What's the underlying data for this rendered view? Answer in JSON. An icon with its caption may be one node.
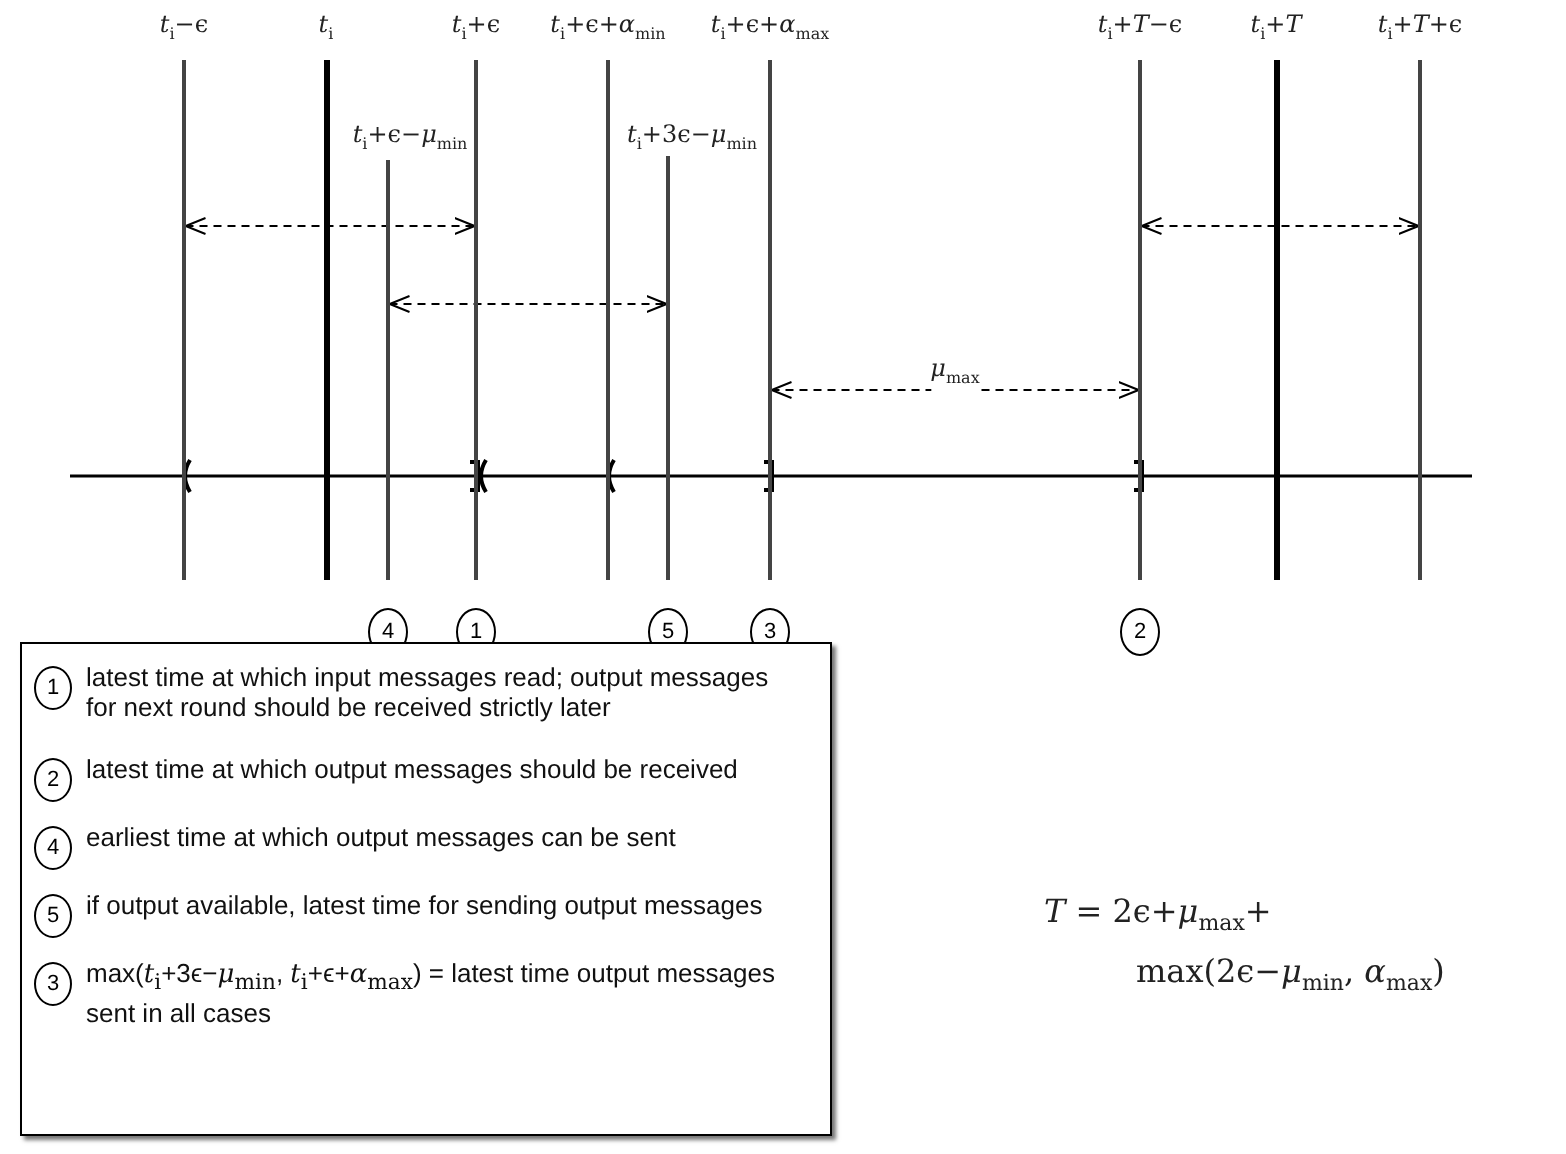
{
  "diagram": {
    "nodes": [
      {
        "text": [],
        "shape": "line",
        "beside": [
          "*t*$_{i}$−ϵ"
        ]
      },
      {
        "text": [],
        "shape": "line",
        "beside": [
          "*t*$_{i}$"
        ]
      },
      {
        "text": [],
        "shape": "line",
        "beside": [
          "*t*$_{i}$+ϵ−*μ*$_{min}$"
        ]
      },
      {
        "text": [],
        "shape": "line",
        "beside": [
          "*t*$_{i}$+ϵ"
        ]
      },
      {
        "text": [],
        "shape": "line",
        "beside": [
          "*t*$_{i}$+ϵ+*α*$_{min}$"
        ]
      },
      {
        "text": [],
        "shape": "line",
        "beside": [
          "*t*$_{i}$+3ϵ−*μ*$_{min}$"
        ]
      },
      {
        "text": [],
        "shape": "line",
        "beside": [
          "*t*$_{i}$+ϵ+*α*$_{max}$"
        ]
      },
      {
        "text": [],
        "shape": "line",
        "beside": [
          "*t*$_{i}$+*T*−ϵ"
        ]
      },
      {
        "text": [],
        "shape": "line",
        "beside": [
          "*t*$_{i}$+*T*"
        ]
      },
      {
        "text": [],
        "shape": "line",
        "beside": [
          "*t*$_{i}$+*T*+ϵ"
        ]
      }
    ],
    "edges": [
      {
        "from": 0,
        "to": 3,
        "arrow": "both",
        "style": "dashed"
      },
      {
        "from": 2,
        "to": 5,
        "arrow": "both",
        "style": "dashed"
      },
      {
        "from": 6,
        "to": 7,
        "arrow": "both",
        "style": "dashed",
        "label": "*μ*$_{max}$"
      },
      {
        "from": 7,
        "to": 9,
        "arrow": "both",
        "style": "dashed"
      }
    ],
    "labels": [
      "4",
      "1",
      "5",
      "3",
      "2",
      "*T* = 2ϵ+*μ*$_{max}$+ max(2ϵ−*μ*$_{min}$, *α*$_{max}$)"
    ],
    "legend": [
      {
        "text": "1"
      },
      {
        "text": "latest time at which input messages read; output messages for next round should be received strictly later"
      },
      {
        "text": "2"
      },
      {
        "text": "latest time at which output messages should be received"
      },
      {
        "text": "4"
      },
      {
        "text": "earliest time at which output messages can be sent"
      },
      {
        "text": "5"
      },
      {
        "text": "if output available, latest time for sending output messages"
      },
      {
        "text": "3"
      },
      {
        "text": "max(*t*$_{i}$+3ϵ−*μ*$_{min}$, *t*$_{i}$+ϵ+*α*$_{max}$) = latest time output messages sent in all cases"
      }
    ]
  }
}
